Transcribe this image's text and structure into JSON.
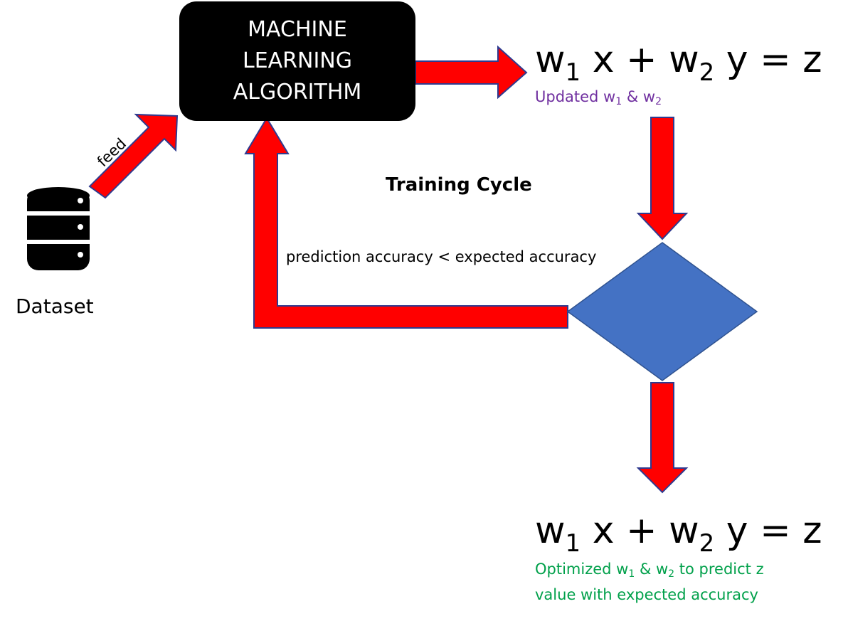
{
  "machine_learning_box": {
    "lines": [
      "MACHINE",
      "LEARNING",
      "ALGORITHM"
    ]
  },
  "dataset": {
    "label": "Dataset",
    "icon": "database-icon"
  },
  "feed_label": "feed",
  "training_cycle_label": "Training Cycle",
  "feedback_condition": "prediction accuracy < expected accuracy",
  "equation_top": {
    "w1": "w",
    "sub1": "1",
    "mid": " x + w",
    "sub2": "2",
    "tail": " y = z"
  },
  "updated_caption": {
    "pre": "Updated w",
    "sub1": "1",
    "mid": " & w",
    "sub2": "2"
  },
  "equation_bottom": {
    "w1": "w",
    "sub1": "1",
    "mid": " x + w",
    "sub2": "2",
    "tail": " y = z"
  },
  "optimized_caption": {
    "pre": "Optimized w",
    "sub1": "1",
    "mid": " & w",
    "sub2": "2",
    "post": " to predict z",
    "line2": "value with expected accuracy"
  },
  "decision_node": {
    "shape": "diamond",
    "text": ""
  },
  "colors": {
    "arrow_fill": "#ff0000",
    "arrow_stroke": "#2f3a8f",
    "diamond_fill": "#4472c4",
    "box_fill": "#000000",
    "updated_caption": "#7030a0",
    "optimized_caption": "#00a04a"
  }
}
